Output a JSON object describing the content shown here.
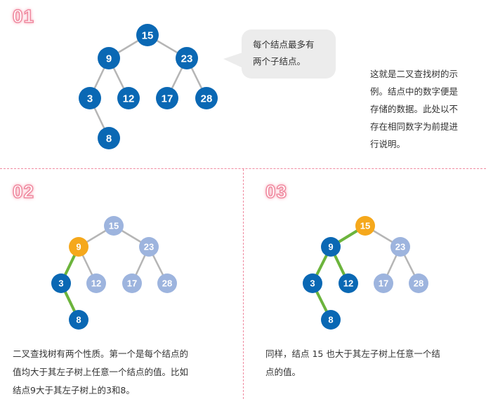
{
  "panels": [
    {
      "label": "01",
      "tree": {
        "nodes": [
          15,
          9,
          23,
          3,
          12,
          17,
          28,
          8
        ],
        "highlight": null,
        "path_nodes": []
      },
      "bubble": [
        "每个结点最多有",
        "两个子结点。"
      ],
      "description": [
        "这就是二叉查找树的示",
        "例。结点中的数字便是",
        "存储的数据。此处以不",
        "存在相同数字为前提进",
        "行说明。"
      ]
    },
    {
      "label": "02",
      "tree": {
        "nodes": [
          15,
          9,
          23,
          3,
          12,
          17,
          28,
          8
        ],
        "highlight": 9,
        "path_nodes": [
          3,
          8
        ]
      },
      "description": [
        "二叉查找树有两个性质。第一个是每个结点的",
        "值均大于其左子树上任意一个结点的值。比如",
        "结点9大于其左子树上的3和8。"
      ]
    },
    {
      "label": "03",
      "tree": {
        "nodes": [
          15,
          9,
          23,
          3,
          12,
          17,
          28,
          8
        ],
        "highlight": 15,
        "path_nodes": [
          9,
          3,
          12,
          8
        ]
      },
      "description": [
        "同样，结点 15 也大于其左子树上任意一个结",
        "点的值。"
      ]
    }
  ],
  "colors": {
    "node": "#0a68b4",
    "node_faded": "#9db4de",
    "highlight": "#f5a81c",
    "path_edge": "#6cb43c",
    "edge": "#b5b5b5",
    "divider": "#f08aa0"
  }
}
